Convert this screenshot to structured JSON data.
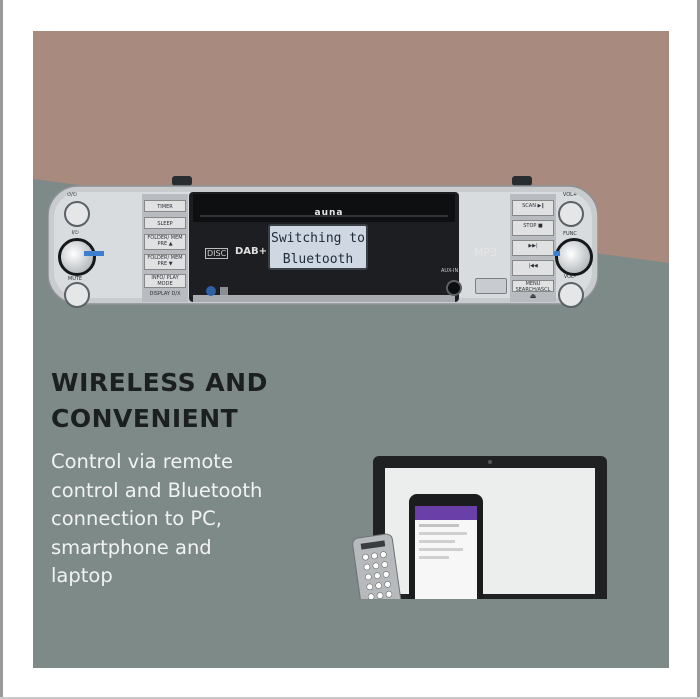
{
  "radio": {
    "brand": "auna",
    "display_line1": "Switching to",
    "display_line2": "Bluetooth",
    "disc_logo": "DISC",
    "dab_logo": "DAB+",
    "mp3_logo": "MP3",
    "aux_label": "AUX-IN",
    "usb_icon": "usb-icon",
    "left_buttons": [
      "TIMER",
      "SLEEP",
      "FOLDER/ MEM PRE ▲",
      "FOLDER/ MEM PRE ▼",
      "INFO/ PLAY MODE",
      "DISPLAY D/X"
    ],
    "right_buttons": [
      "SCAN ▶‖",
      "STOP ■",
      "▶▶|",
      "|◀◀",
      "MENU SEARCH/ASCL",
      "⏏"
    ],
    "knob_left_labels": [
      "I/⏻",
      "MUTE"
    ],
    "knob_right_labels": [
      "VOL+",
      "FUNC",
      "VOL–"
    ],
    "power_label": "⏻/⏻"
  },
  "headline": [
    "WIRELESS AND",
    "CONVENIENT"
  ],
  "description": [
    "Control via remote",
    "control and Bluetooth",
    "connection to PC,",
    "smartphone and",
    "laptop"
  ],
  "colors": {
    "panel_gray": "#7e8a88",
    "panel_brown": "#a88b7e",
    "headline": "#1c1f20",
    "body": "#f1f3f2"
  }
}
